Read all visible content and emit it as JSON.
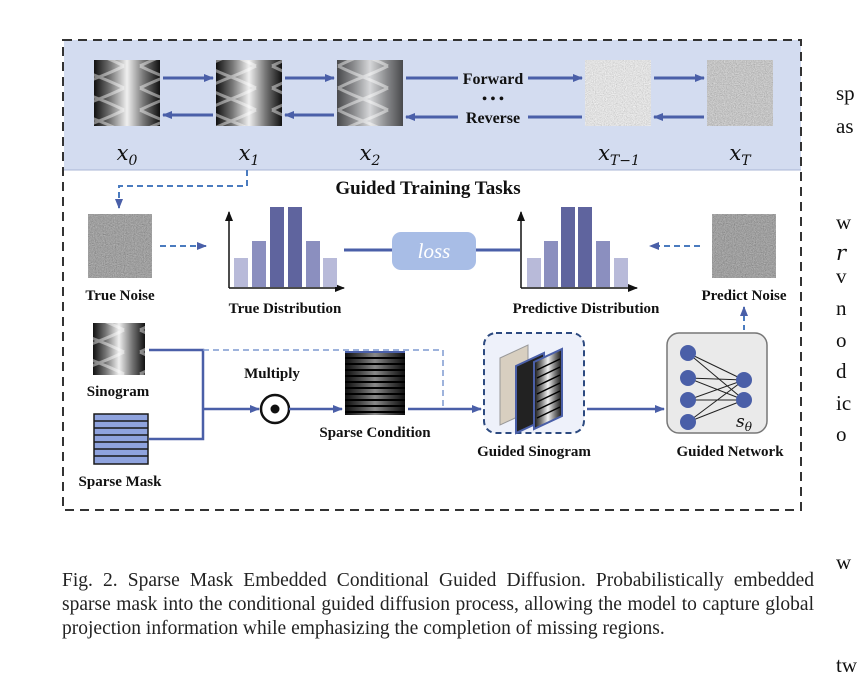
{
  "diagram": {
    "forward_label": "Forward",
    "dots": "• • •",
    "reverse_label": "Reverse",
    "states": {
      "x0": {
        "base": "x",
        "sub": "0"
      },
      "x1": {
        "base": "x",
        "sub": "1"
      },
      "x2": {
        "base": "x",
        "sub": "2"
      },
      "xT1": {
        "base": "x",
        "sub": "T−1"
      },
      "xT": {
        "base": "x",
        "sub": "T"
      }
    },
    "section_title": "Guided Training Tasks",
    "true_noise": "True Noise",
    "true_distribution": "True Distribution",
    "loss": "loss",
    "predictive_distribution": "Predictive Distribution",
    "predict_noise": "Predict Noise",
    "sinogram": "Sinogram",
    "sparse_mask": "Sparse Mask",
    "multiply": "Multiply",
    "sparse_condition": "Sparse Condition",
    "guided_sinogram": "Guided Sinogram",
    "guided_network": "Guided Network",
    "network_symbol": {
      "base": "s",
      "sub": "θ"
    }
  },
  "caption": "Fig. 2.  Sparse Mask Embedded Conditional Guided Diffusion. Probabilistically embedded sparse mask into the conditional guided diffusion process, allowing the model to capture global projection information while emphasizing the completion of missing regions.",
  "side_text": [
    "sp",
    "as",
    "w",
    "r",
    "v",
    "n",
    "o",
    "d",
    "ic",
    "o",
    "w",
    "tw"
  ],
  "colors": {
    "panel_fill": "#d3dcf0",
    "arrow_blue": "#4a5fa8",
    "bar_dark": "#5f649e",
    "bar_mid": "#8b8fbf",
    "bar_light": "#b8bad9",
    "loss_fill": "#a8bde6"
  }
}
